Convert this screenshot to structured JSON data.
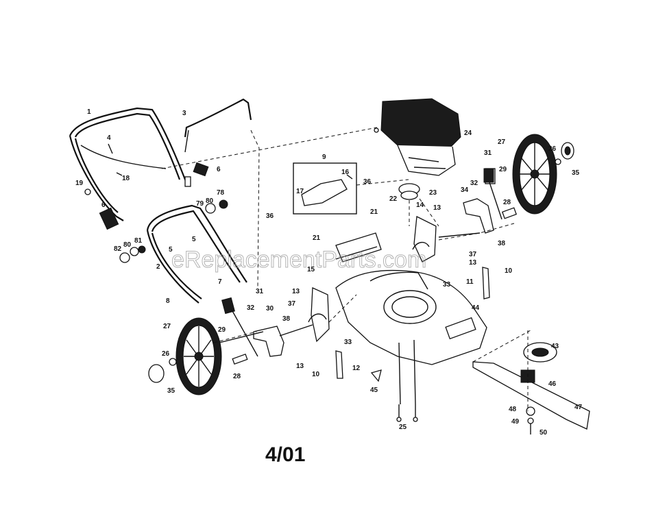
{
  "watermark": "eReplacementParts.com",
  "date_code": "4/01",
  "colors": {
    "ink": "#111111",
    "background": "#ffffff",
    "watermark": "#9a9a9a"
  },
  "labels": {
    "l1": "1",
    "l2": "2",
    "l3": "3",
    "l4": "4",
    "l5a": "5",
    "l5b": "5",
    "l6a": "6",
    "l6b": "6",
    "l7": "7",
    "l8": "8",
    "l9": "9",
    "l10a": "10",
    "l10b": "10",
    "l11": "11",
    "l12": "12",
    "l13a": "13",
    "l13b": "13",
    "l13c": "13",
    "l13d": "13",
    "l14": "14",
    "l15": "15",
    "l16": "16",
    "l17": "17",
    "l18": "18",
    "l19": "19",
    "l21a": "21",
    "l21b": "21",
    "l22": "22",
    "l23": "23",
    "l24": "24",
    "l25": "25",
    "l26a": "26",
    "l26b": "26",
    "l27a": "27",
    "l27b": "27",
    "l28a": "28",
    "l28b": "28",
    "l29a": "29",
    "l29b": "29",
    "l30": "30",
    "l31a": "31",
    "l31b": "31",
    "l32a": "32",
    "l32b": "32",
    "l33a": "33",
    "l33b": "33",
    "l34": "34",
    "l35a": "35",
    "l35b": "35",
    "l36a": "36",
    "l36b": "36",
    "l37a": "37",
    "l37b": "37",
    "l38a": "38",
    "l38b": "38",
    "l43": "43",
    "l44": "44",
    "l45": "45",
    "l46": "46",
    "l47": "47",
    "l48": "48",
    "l49": "49",
    "l50": "50",
    "l78": "78",
    "l79": "79",
    "l80a": "80",
    "l80b": "80",
    "l81": "81",
    "l82": "82"
  }
}
